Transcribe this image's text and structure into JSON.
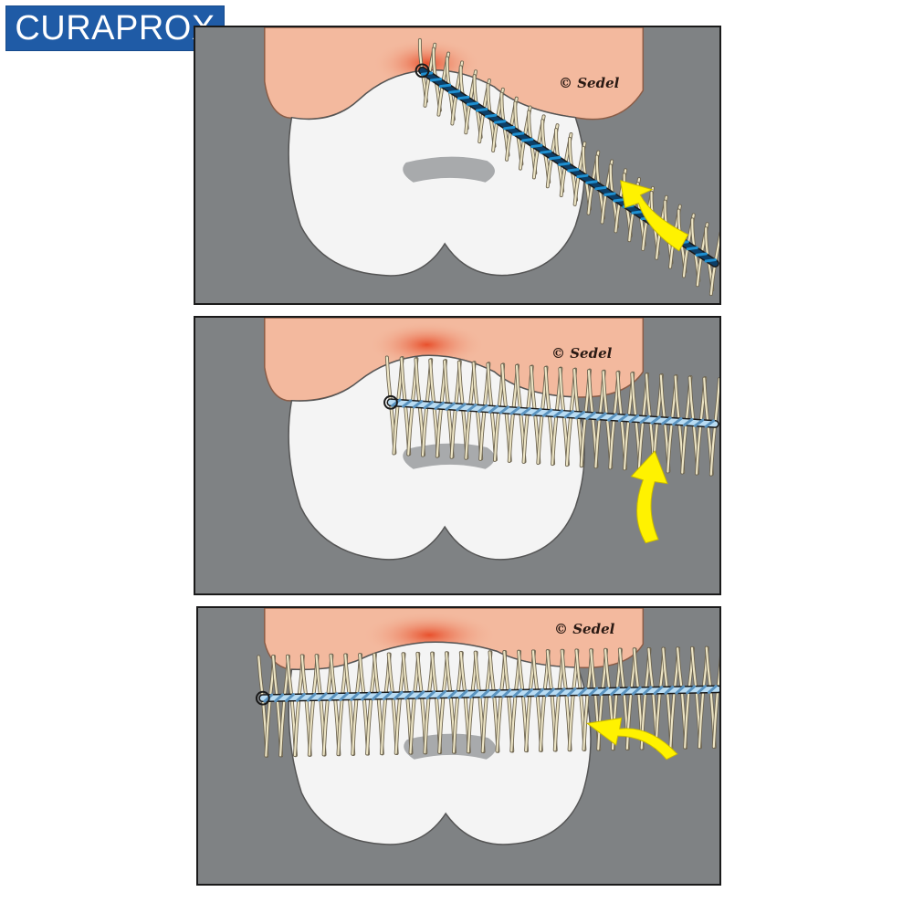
{
  "brand": {
    "logo_text": "CURAPROX",
    "logo_color": "#1f5ba6"
  },
  "panels": [
    {
      "credit": "© Sedel"
    },
    {
      "credit": "© Sedel"
    },
    {
      "credit": "© Sedel"
    }
  ],
  "colors": {
    "background": "#7f8284",
    "gum": "#f3b99e",
    "gum_inflamed": "#e8502c",
    "tooth": "#f4f4f4",
    "bristle": "#ece4c4",
    "bristle_outline": "#6d6450",
    "wire_dark": "#1e8fd0",
    "wire_light": "#b9dcf3",
    "arrow": "#fff200",
    "decay_spot": "#a8aaac"
  },
  "icons": {
    "arrow": "curved-motion-arrow-icon",
    "brush": "interdental-brush-icon"
  }
}
